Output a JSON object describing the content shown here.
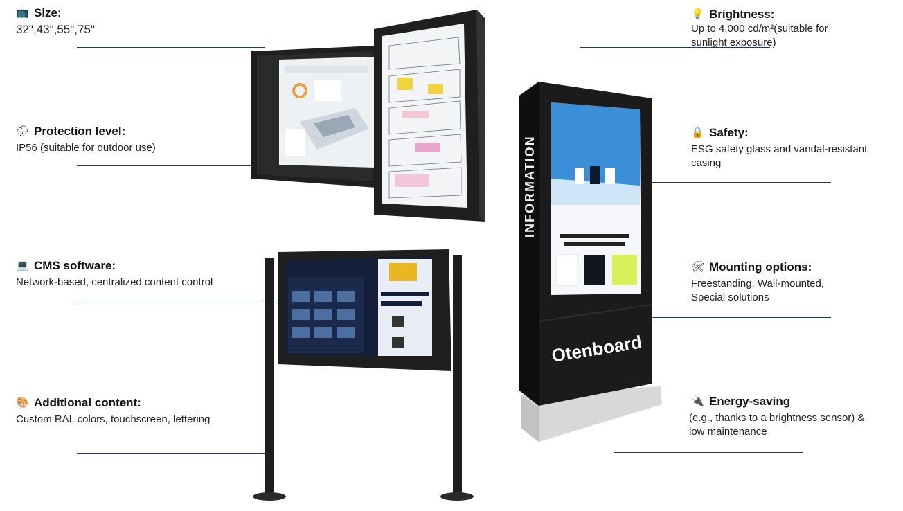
{
  "features": [
    {
      "id": "size",
      "icon": "monitor-icon",
      "title": "Size:",
      "desc": "32\",43\",55\",75\""
    },
    {
      "id": "protection",
      "icon": "rain-cloud-icon",
      "title": "Protection level:",
      "desc": "IP56 (suitable for outdoor use)"
    },
    {
      "id": "cms",
      "icon": "laptop-icon",
      "title": "CMS software:",
      "desc": "Network-based, centralized content control"
    },
    {
      "id": "additional",
      "icon": "palette-icon",
      "title": "Additional content:",
      "desc": "Custom RAL colors, touchscreen, lettering"
    },
    {
      "id": "brightness",
      "icon": "lightbulb-icon",
      "title": "Brightness:",
      "desc": "Up to 4,000 cd/m²(suitable for sunlight exposure)"
    },
    {
      "id": "safety",
      "icon": "lock-icon",
      "title": "Safety:",
      "desc": "ESG safety glass and vandal-resistant casing"
    },
    {
      "id": "mounting",
      "icon": "tools-icon",
      "title": "Mounting options:",
      "desc": "Freestanding, Wall-mounted, Special solutions"
    },
    {
      "id": "energy",
      "icon": "plug-icon",
      "title": "Energy-saving",
      "desc": "(e.g., thanks to a brightness sensor) & low maintenance"
    }
  ],
  "kiosk": {
    "side_text": "INFORMATION",
    "brand": "Otenboard"
  },
  "colors": {
    "line": "#1f3b57",
    "bezel": "#1c1c1c"
  }
}
